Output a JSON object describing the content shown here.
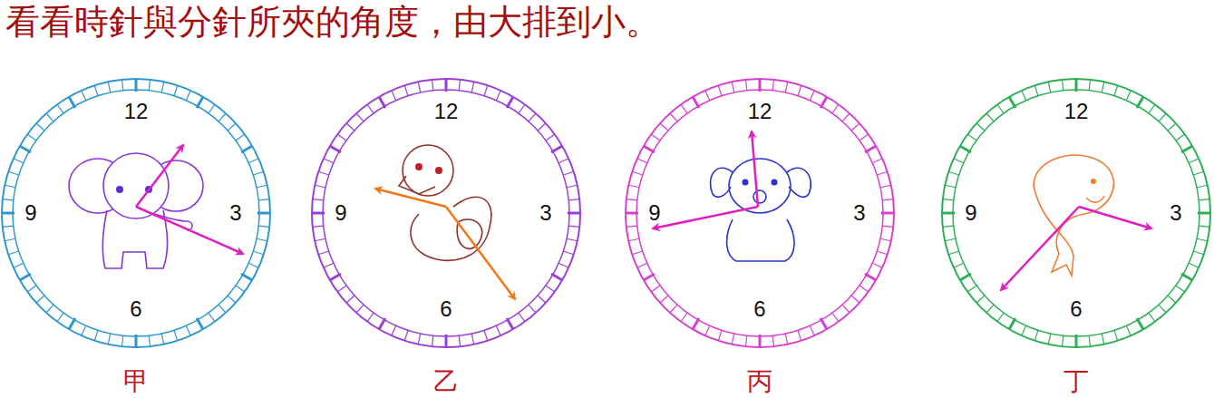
{
  "diagram": {
    "title": "看看時針與分針所夾的角度，由大排到小。",
    "nodes": [
      {
        "text": [
          "12",
          "9",
          "3",
          "6",
          "甲"
        ]
      },
      {
        "text": [
          "12",
          "9",
          "3",
          "6",
          "乙"
        ]
      },
      {
        "text": [
          "12",
          "9",
          "3",
          "6",
          "丙"
        ]
      },
      {
        "text": [
          "12",
          "9",
          "3",
          "6",
          "丁"
        ]
      }
    ]
  }
}
